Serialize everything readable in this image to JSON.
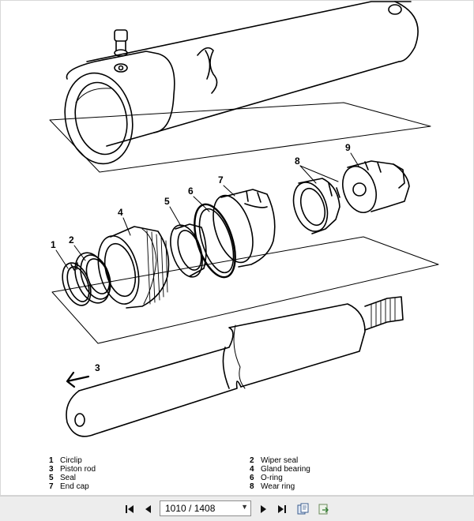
{
  "figure": {
    "callouts": [
      "1",
      "2",
      "3",
      "4",
      "5",
      "6",
      "7",
      "8",
      "9"
    ]
  },
  "legend": {
    "left": [
      {
        "num": "1",
        "label": "Circlip"
      },
      {
        "num": "3",
        "label": "Piston rod"
      },
      {
        "num": "5",
        "label": "Seal"
      },
      {
        "num": "7",
        "label": "End cap"
      }
    ],
    "right": [
      {
        "num": "2",
        "label": "Wiper seal"
      },
      {
        "num": "4",
        "label": "Gland bearing"
      },
      {
        "num": "6",
        "label": "O-ring"
      },
      {
        "num": "8",
        "label": "Wear ring"
      }
    ]
  },
  "viewer": {
    "page_display": "1010 / 1408",
    "icons": [
      "first-page-icon",
      "previous-page-icon",
      "next-page-icon",
      "last-page-icon",
      "copy-icon",
      "export-icon"
    ]
  }
}
